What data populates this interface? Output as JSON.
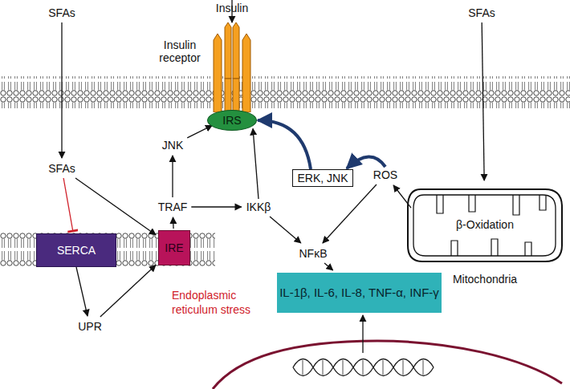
{
  "diagram": {
    "nodes": [
      {
        "text": [
          "SFAs"
        ]
      },
      {
        "text": [
          "Insulin"
        ]
      },
      {
        "text": [
          "SFAs"
        ]
      },
      {
        "text": [
          "Insulin receptor"
        ]
      },
      {
        "text": [
          "IRS"
        ]
      },
      {
        "text": [
          "JNK"
        ]
      },
      {
        "text": [
          "SFAs"
        ]
      },
      {
        "text": [
          "ERK, JNK"
        ]
      },
      {
        "text": [
          "ROS"
        ]
      },
      {
        "text": [
          "TRAF"
        ]
      },
      {
        "text": [
          "IKKβ"
        ]
      },
      {
        "text": [
          "β-Oxidation",
          "Mitochondria"
        ]
      },
      {
        "text": [
          "SERCA"
        ]
      },
      {
        "text": [
          "IRE"
        ]
      },
      {
        "text": [
          "NFκB"
        ]
      },
      {
        "text": [
          "IL-1β, IL-6, IL-8, TNF-α, INF-γ"
        ]
      },
      {
        "text": [
          "UPR"
        ]
      }
    ],
    "edges": [
      {
        "from": 1,
        "to": 3,
        "arrow": "to"
      },
      {
        "from": 0,
        "to": 6,
        "arrow": "to"
      },
      {
        "from": 2,
        "to": 11,
        "arrow": "to"
      },
      {
        "from": 6,
        "to": 12,
        "arrow": "to"
      },
      {
        "from": 6,
        "to": 13,
        "arrow": "to"
      },
      {
        "from": 12,
        "to": 16,
        "arrow": "to"
      },
      {
        "from": 16,
        "to": 13,
        "arrow": "to"
      },
      {
        "from": 13,
        "to": 9,
        "arrow": "to"
      },
      {
        "from": 9,
        "to": 5,
        "arrow": "to"
      },
      {
        "from": 5,
        "to": 4,
        "arrow": "to"
      },
      {
        "from": 9,
        "to": 10,
        "arrow": "to"
      },
      {
        "from": 10,
        "to": 4,
        "arrow": "to"
      },
      {
        "from": 7,
        "to": 4,
        "arrow": "to"
      },
      {
        "from": 8,
        "to": 7,
        "arrow": "to"
      },
      {
        "from": 8,
        "to": 14,
        "arrow": "to"
      },
      {
        "from": 11,
        "to": 8,
        "arrow": "to"
      },
      {
        "from": 10,
        "to": 14,
        "arrow": "to"
      },
      {
        "from": 14,
        "to": 15,
        "arrow": "to"
      }
    ],
    "labels": [
      "Endoplasmic reticulum stress"
    ]
  }
}
